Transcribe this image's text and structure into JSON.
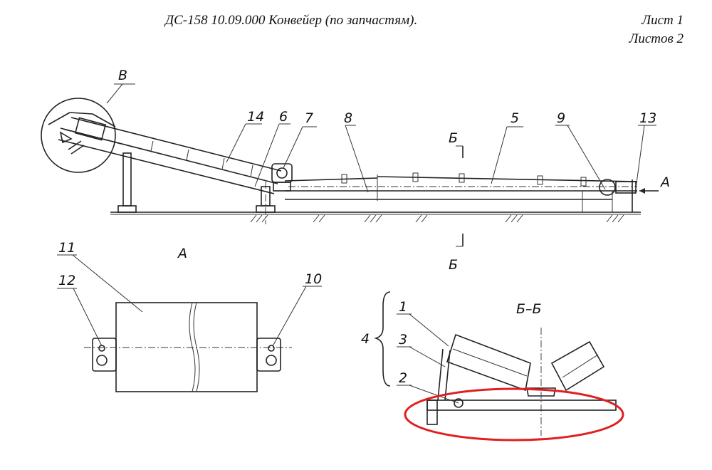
{
  "header": {
    "title": "ДС-158 10.09.000 Конвейер (по запчастям).",
    "sheet": "Лист 1",
    "sheets": "Листов 2"
  },
  "view_labels": {
    "detail_b": "В",
    "view_a": "А",
    "section": "Б–Б",
    "section_mark": "Б",
    "arrow_a": "А"
  },
  "callouts": {
    "c1": "1",
    "c2": "2",
    "c3": "3",
    "c4": "4",
    "c5": "5",
    "c6": "6",
    "c7": "7",
    "c8": "8",
    "c9": "9",
    "c10": "10",
    "c11": "11",
    "c12": "12",
    "c13": "13",
    "c14": "14"
  },
  "highlight_color": "#e02020"
}
